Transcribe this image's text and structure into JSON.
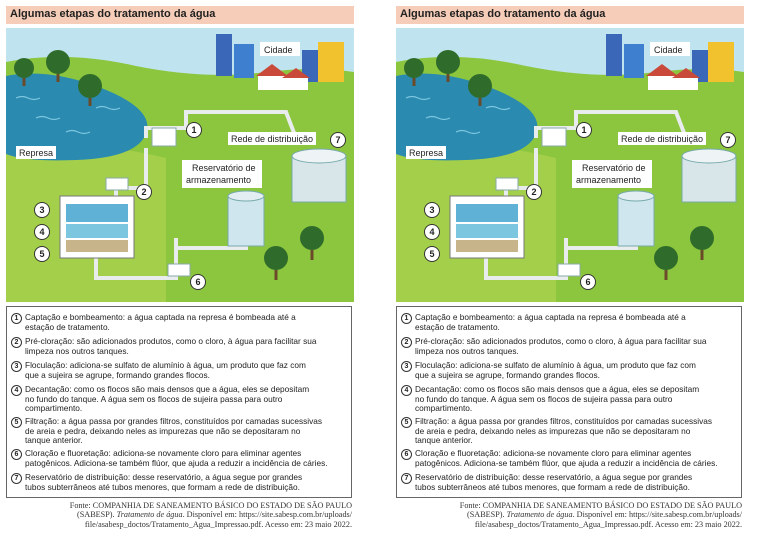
{
  "title": "Algumas etapas do tratamento da água",
  "labels": {
    "cidade": "Cidade",
    "represa": "Represa",
    "rede": "Rede de distribuição",
    "reservatorio_line1": "Reservatório de",
    "reservatorio_line2": "armazenamento"
  },
  "markers": [
    "1",
    "2",
    "3",
    "4",
    "5",
    "6",
    "7"
  ],
  "steps": [
    {
      "num": "1",
      "lines": [
        "Captação e bombeamento: a água captada na represa é bombeada até a",
        "estação de tratamento."
      ]
    },
    {
      "num": "2",
      "lines": [
        "Pré-cloração: são adicionados produtos, como o cloro, à água para facilitar sua",
        "limpeza nos outros tanques."
      ]
    },
    {
      "num": "3",
      "lines": [
        "Floculação: adiciona-se sulfato de alumínio à água, um produto que faz com",
        "que a sujeira se agrupe, formando grandes flocos."
      ]
    },
    {
      "num": "4",
      "lines": [
        "Decantação: como os flocos são mais densos que a água, eles se depositam",
        "no fundo do tanque. A água sem os flocos de sujeira passa para outro",
        "compartimento."
      ]
    },
    {
      "num": "5",
      "lines": [
        "Filtração: a água passa por grandes filtros, constituídos por camadas sucessivas",
        "de areia e pedra, deixando neles as impurezas que não se depositaram no",
        "tanque anterior."
      ]
    },
    {
      "num": "6",
      "lines": [
        "Cloração e fluoretação: adiciona-se novamente cloro para eliminar agentes",
        "patogênicos. Adiciona-se também flúor, que ajuda a reduzir a incidência de cáries."
      ]
    },
    {
      "num": "7",
      "lines": [
        "Reservatório de distribuição: desse reservatório, a água segue por grandes",
        "tubos subterrâneos até tubos menores, que formam a rede de distribuição."
      ]
    }
  ],
  "source": {
    "line1": "Fonte: COMPANHIA DE SANEAMENTO BÁSICO DO ESTADO DE SÃO PAULO",
    "line2_prefix": "(SABESP). ",
    "line2_italic": "Tratamento de água",
    "line2_suffix": ". Disponível em: https://site.sabesp.com.br/uploads/",
    "line3": "file/asabesp_doctos/Tratamento_Agua_Impressao.pdf. Acesso em: 23 maio 2022."
  }
}
